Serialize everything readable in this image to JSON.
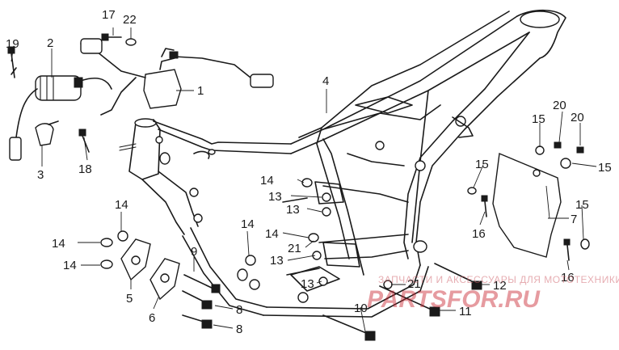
{
  "callouts": [
    {
      "id": "c17",
      "text": "17"
    },
    {
      "id": "c22",
      "text": "22"
    },
    {
      "id": "c19",
      "text": "19"
    },
    {
      "id": "c2",
      "text": "2"
    },
    {
      "id": "c1",
      "text": "1"
    },
    {
      "id": "c4",
      "text": "4"
    },
    {
      "id": "c3",
      "text": "3"
    },
    {
      "id": "c18",
      "text": "18"
    },
    {
      "id": "c20a",
      "text": "20"
    },
    {
      "id": "c20b",
      "text": "20"
    },
    {
      "id": "c15a",
      "text": "15"
    },
    {
      "id": "c15b",
      "text": "15"
    },
    {
      "id": "c15c",
      "text": "15"
    },
    {
      "id": "c15d",
      "text": "15"
    },
    {
      "id": "c14a",
      "text": "14"
    },
    {
      "id": "c14b",
      "text": "14"
    },
    {
      "id": "c14c",
      "text": "14"
    },
    {
      "id": "c14d",
      "text": "14"
    },
    {
      "id": "c14e",
      "text": "14"
    },
    {
      "id": "c14f",
      "text": "14"
    },
    {
      "id": "c13a",
      "text": "13"
    },
    {
      "id": "c13b",
      "text": "13"
    },
    {
      "id": "c13c",
      "text": "13"
    },
    {
      "id": "c13d",
      "text": "13"
    },
    {
      "id": "c21a",
      "text": "21"
    },
    {
      "id": "c21b",
      "text": "21"
    },
    {
      "id": "c9",
      "text": "9"
    },
    {
      "id": "c5",
      "text": "5"
    },
    {
      "id": "c6",
      "text": "6"
    },
    {
      "id": "c8a",
      "text": "8"
    },
    {
      "id": "c8b",
      "text": "8"
    },
    {
      "id": "c10",
      "text": "10"
    },
    {
      "id": "c11",
      "text": "11"
    },
    {
      "id": "c12",
      "text": "12"
    },
    {
      "id": "c7",
      "text": "7"
    },
    {
      "id": "c16a",
      "text": "16"
    },
    {
      "id": "c16b",
      "text": "16"
    }
  ],
  "watermark": {
    "tagline": "ЗАПЧАСТИ И АКСЕССУАРЫ ДЛЯ МОТОТЕХНИКИ",
    "logo": "PARTSFOR.RU"
  },
  "colors": {
    "ink": "#1a1a1a",
    "watermark": "#c8242f"
  }
}
